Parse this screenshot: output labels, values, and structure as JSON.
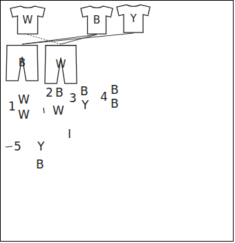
{
  "diagram": {
    "nodes": [
      {
        "text": [
          "W"
        ]
      },
      {
        "text": [
          "B"
        ]
      },
      {
        "text": [
          "Y"
        ]
      },
      {
        "text": [
          "B"
        ]
      },
      {
        "text": [
          "W"
        ]
      }
    ],
    "edges": [
      {
        "from": 0,
        "to": 4,
        "arrow": "none"
      },
      {
        "from": 1,
        "to": 3,
        "arrow": "none"
      },
      {
        "from": 1,
        "to": 4,
        "arrow": "none"
      },
      {
        "from": 2,
        "to": 3,
        "arrow": "none"
      }
    ],
    "labels": [
      "1",
      "W",
      "W",
      "2",
      "B",
      "W",
      "3",
      "B",
      "Y",
      "4",
      "B",
      "B",
      "I",
      "5",
      "Y",
      "B"
    ]
  }
}
